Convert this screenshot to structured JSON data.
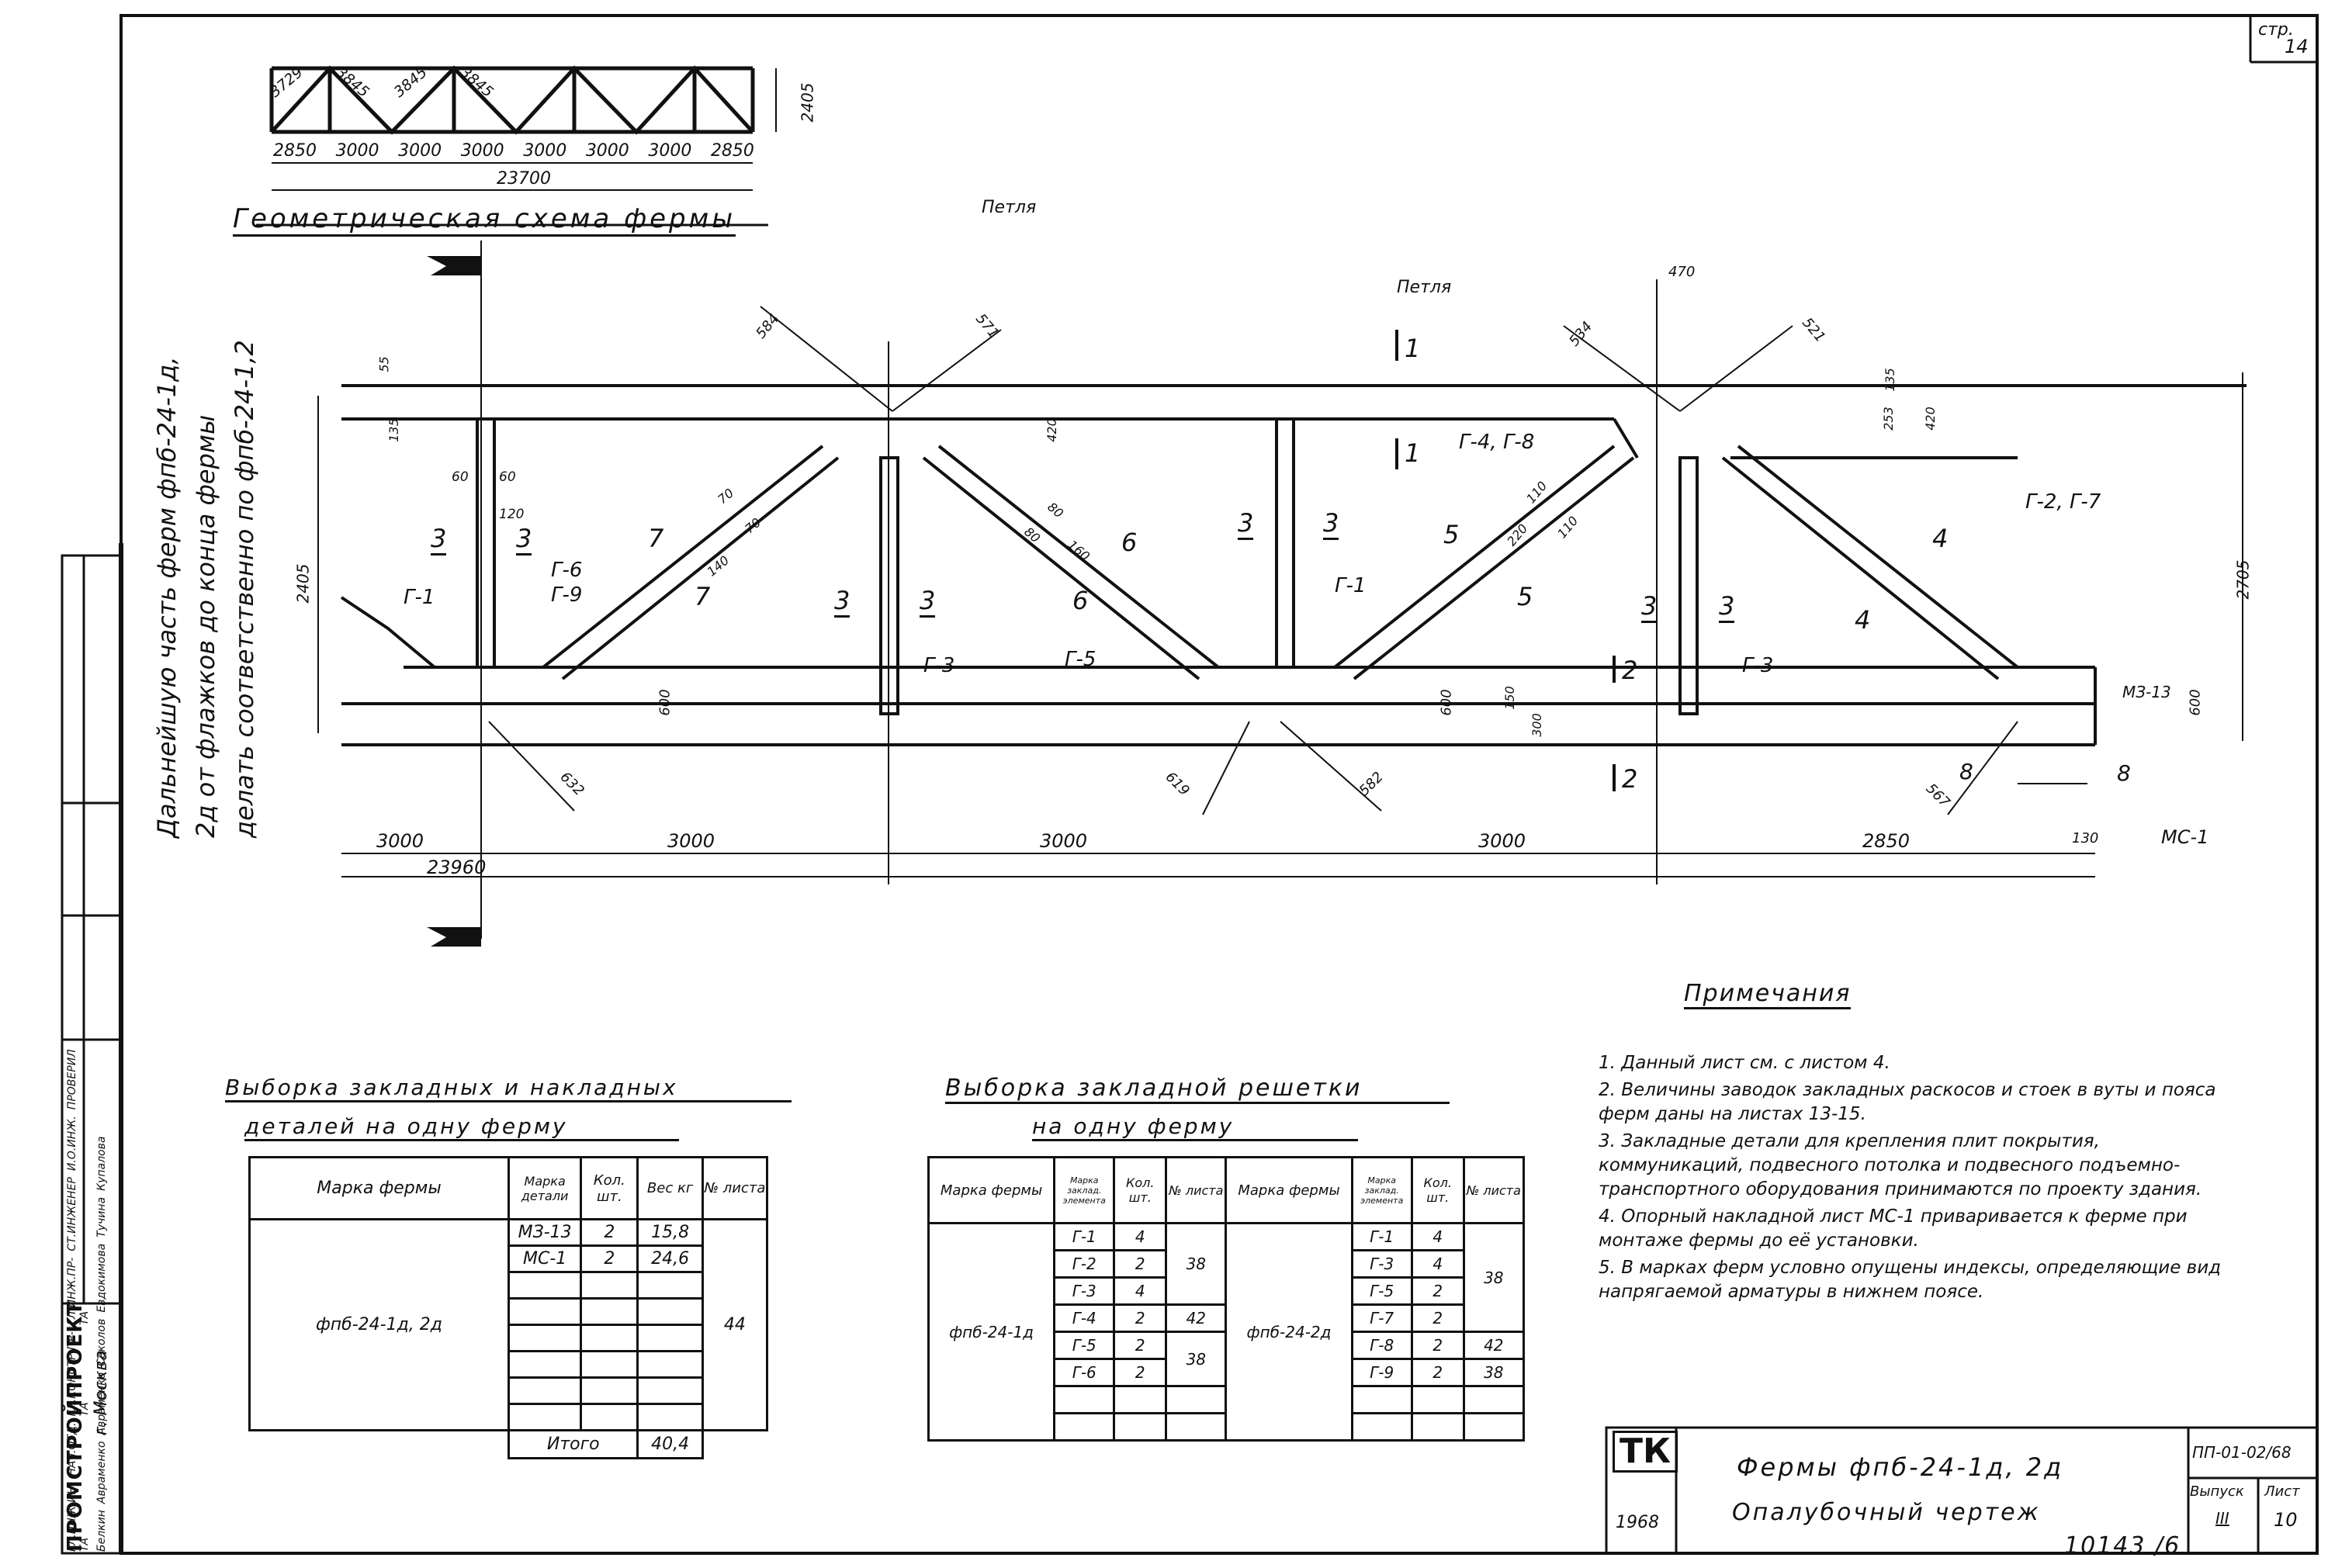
{
  "page_ref": {
    "label": "стр.",
    "num": "14"
  },
  "scheme": {
    "title": "Геометрическая схема фермы",
    "diag_lengths": [
      "3729",
      "3845",
      "3845",
      "3845"
    ],
    "panels": [
      "2850",
      "3000",
      "3000",
      "3000",
      "3000",
      "3000",
      "3000",
      "2850"
    ],
    "total": "23700",
    "height": "2405"
  },
  "side_note": [
    "Дальнейшую часть ферм фпб-24-1д,",
    "2д от флажков до конца фермы",
    "делать соответственно по фпб-24-1,2"
  ],
  "drawing": {
    "loop1": "Петля",
    "loop2": "Петля",
    "dims_top": [
      "584",
      "571",
      "534",
      "521",
      "470",
      "55",
      "135",
      "253",
      "420",
      "420",
      "135"
    ],
    "dims_bottom": [
      "632",
      "619",
      "582",
      "567"
    ],
    "small": [
      "60",
      "60",
      "120",
      "70",
      "70",
      "140",
      "80",
      "80",
      "160",
      "110",
      "110",
      "220"
    ],
    "height_left": "2405",
    "height_right": "2705",
    "h600a": "600",
    "h600b": "600",
    "h600c": "600",
    "h150": "150",
    "h300": "300",
    "elements": [
      "Г-1",
      "Г-6",
      "Г-9",
      "Г-3",
      "Г-5",
      "Г-1",
      "Г-4, Г-8",
      "Г-3",
      "Г-2, Г-7",
      "МЗ-13",
      "МС-1"
    ],
    "sections": [
      "3",
      "3",
      "7",
      "7",
      "3",
      "3",
      "6",
      "6",
      "3",
      "3",
      "5",
      "5",
      "3",
      "3",
      "4",
      "4",
      "1",
      "1",
      "2",
      "2",
      "8",
      "8"
    ],
    "bottom_dims": [
      "3000",
      "3000",
      "3000",
      "3000",
      "2850",
      "130"
    ],
    "total": "23960"
  },
  "notes": {
    "title": "Примечания",
    "items": [
      "1. Данный лист см. с листом 4.",
      "2. Величины заводок закладных раскосов и стоек в вуты и пояса ферм даны на листах 13-15.",
      "3. Закладные детали для крепления плит покрытия, коммуникаций, подвесного потолка и подвесного подъемно-транспортного оборудования принимаются по проекту здания.",
      "4. Опорный накладной лист МС-1 приваривается к ферме при монтаже фермы до её установки.",
      "5. В марках ферм условно опущены индексы, определяющие вид напрягаемой арматуры в нижнем поясе."
    ]
  },
  "table1": {
    "title1": "Выборка закладных и накладных",
    "title2": "деталей на одну ферму",
    "headers": [
      "Марка фермы",
      "Марка детали",
      "Кол. шт.",
      "Вес кг",
      "№ листа"
    ],
    "mark": "фпб-24-1д, 2д",
    "rows": [
      [
        "МЗ-13",
        "2",
        "15,8"
      ],
      [
        "МС-1",
        "2",
        "24,6"
      ]
    ],
    "sheet": "44",
    "total_label": "Итого",
    "total": "40,4"
  },
  "table2": {
    "title1": "Выборка закладной решетки",
    "title2": "на одну ферму",
    "headers": [
      "Марка фермы",
      "Марка заклад. элемента",
      "Кол. шт.",
      "№ листа",
      "Марка фермы",
      "Марка заклад. элемента",
      "Кол. шт.",
      "№ листа"
    ],
    "mark1": "фпб-24-1д",
    "rows1": [
      [
        "Г-1",
        "4"
      ],
      [
        "Г-2",
        "2"
      ],
      [
        "Г-3",
        "4"
      ],
      [
        "Г-4",
        "2"
      ],
      [
        "Г-5",
        "2"
      ],
      [
        "Г-6",
        "2"
      ]
    ],
    "sheets1": [
      "38",
      "42",
      "38"
    ],
    "mark2": "фпб-24-2д",
    "rows2": [
      [
        "Г-1",
        "4"
      ],
      [
        "Г-3",
        "4"
      ],
      [
        "Г-5",
        "2"
      ],
      [
        "Г-7",
        "2"
      ],
      [
        "Г-8",
        "2"
      ],
      [
        "Г-9",
        "2"
      ]
    ],
    "sheets2": [
      "38",
      "42",
      "38"
    ]
  },
  "stamp": {
    "org": "ПРОМСТРОЙПРОЕКТ",
    "city": "г. Москва",
    "roles": [
      "ГЛ.ИНЖ.ИН-ТА",
      "НАЧ.ОТД.",
      "ГЛ.КОНСТР.ПР-ТА",
      "ГЛ.ИНЖ.ПР-ТА",
      "СТ.ИНЖЕНЕР",
      "И.О.ИНЖ.",
      "ПРОВЕРИЛ"
    ],
    "names": [
      "Белкин",
      "Авраменко",
      "Авраменко",
      "Соколов",
      "Евдокимова",
      "Тучина",
      "Купалова"
    ]
  },
  "title_block": {
    "logo": "ТК",
    "year": "1968",
    "name": "Фермы фпб-24-1д, 2д",
    "subtitle": "Опалубочный чертеж",
    "code": "ПП-01-02/68",
    "issue_label": "Выпуск",
    "issue": "III",
    "sheet_label": "Лист",
    "sheet": "10"
  },
  "footer": "10143 /6"
}
